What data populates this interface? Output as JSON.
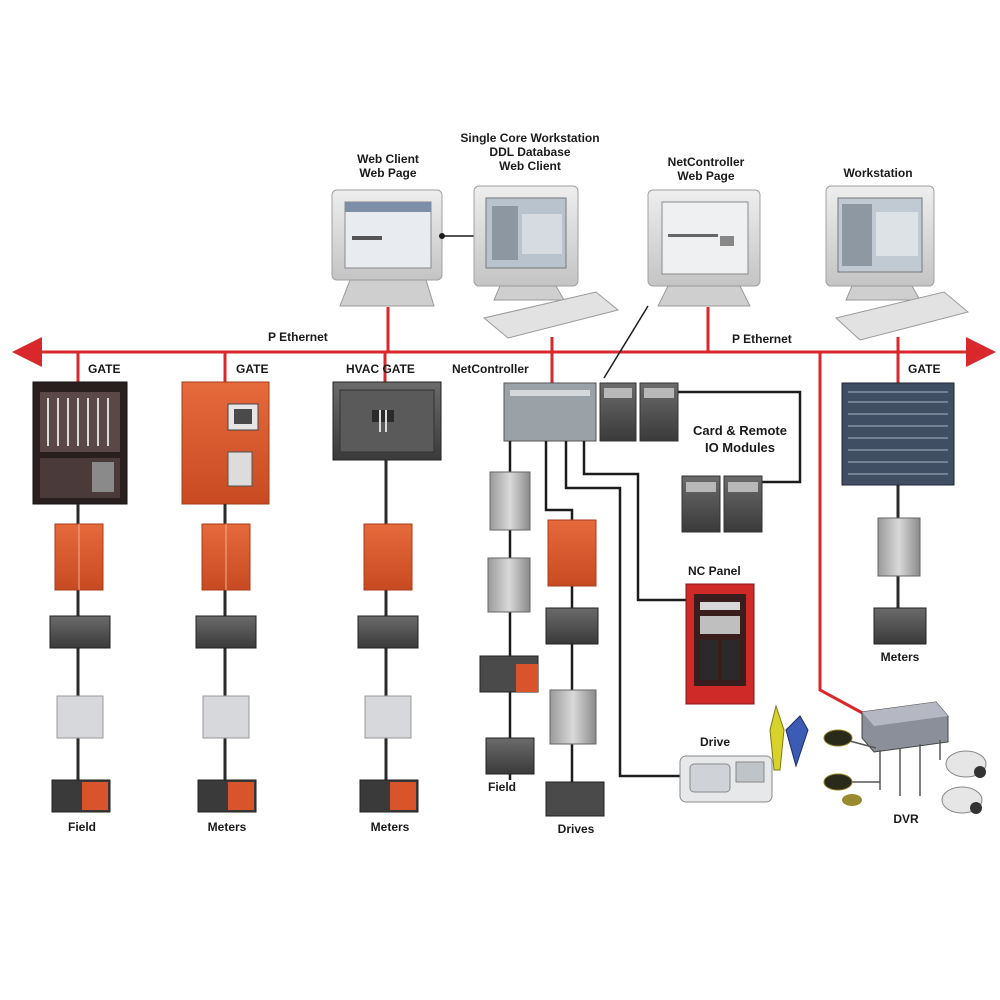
{
  "colors": {
    "network": "#d8282c",
    "wire": "#1c1c1c",
    "orange": "#d9542a",
    "monitor_shell": "#d8d8d8",
    "screen": "#cfd6df"
  },
  "network_labels": {
    "left": "P Ethernet",
    "right": "P Ethernet"
  },
  "workstations": [
    {
      "label": "Web Client\nWeb Page",
      "icon": "monitor-icon"
    },
    {
      "label": "Single Core Workstation\nDDL Database\nWeb Client",
      "icon": "monitor-icon"
    },
    {
      "label": "NetController\nWeb Page",
      "icon": "monitor-icon"
    },
    {
      "label": "Workstation",
      "icon": "monitor-icon"
    }
  ],
  "panels": {
    "panel1": "GATE",
    "panel2": "GATE",
    "panel3": "HVAC GATE",
    "netcontroller": "NetController",
    "panel5": "GATE"
  },
  "io_module": "Card & Remote\nIO Modules",
  "fire_panel": "NC Panel",
  "bottom_labels": {
    "b1": "Field",
    "b2": "Meters",
    "b3": "Meters",
    "b4": "Field",
    "b5": "Drives",
    "b6": "Meters",
    "b7": "DVR",
    "sub": "Drive"
  }
}
